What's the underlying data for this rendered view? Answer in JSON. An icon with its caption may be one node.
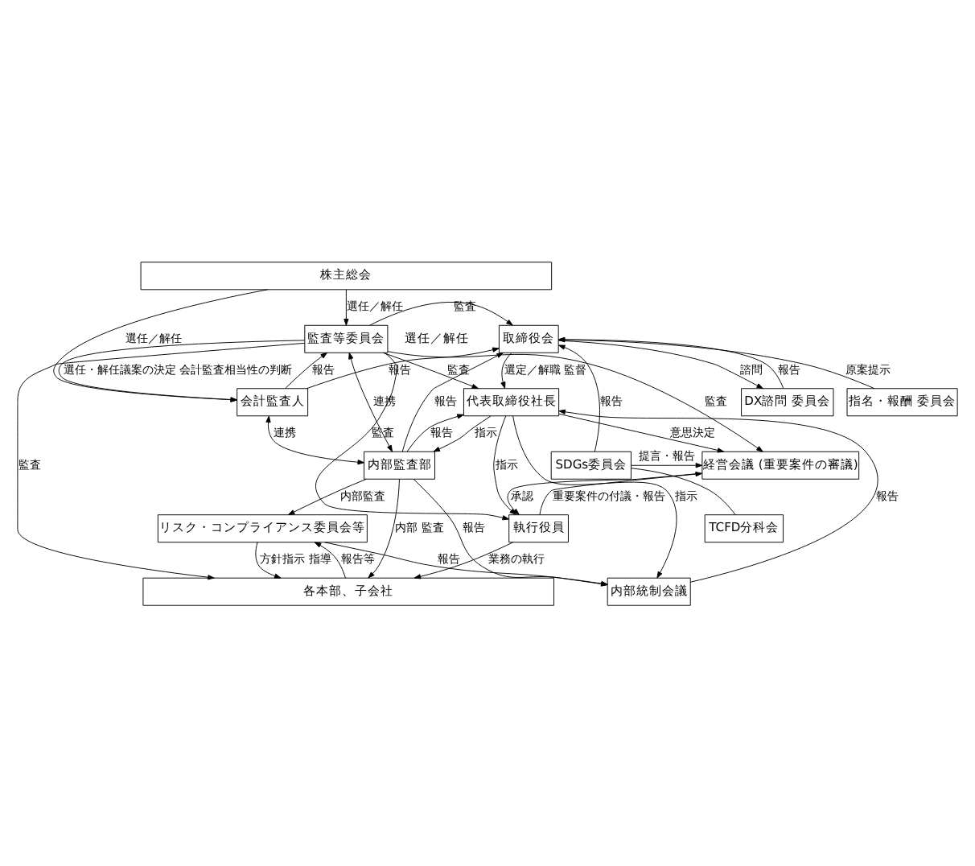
{
  "diagram": {
    "nodes": [
      {
        "text": [
          "株主総会"
        ]
      },
      {
        "text": [
          "取締役会"
        ]
      },
      {
        "text": [
          "監査等委員会"
        ]
      },
      {
        "text": [
          "会計監査人"
        ]
      },
      {
        "text": [
          "指名・報酬 委員会"
        ]
      },
      {
        "text": [
          "DX諮問 委員会"
        ]
      },
      {
        "text": [
          "代表取締役社長"
        ]
      },
      {
        "text": [
          "内部統制会議"
        ]
      },
      {
        "text": [
          "経営会議 (重要案件の審議)"
        ]
      },
      {
        "text": [
          "内部監査部"
        ]
      },
      {
        "text": [
          "SDGs委員会"
        ]
      },
      {
        "text": [
          "TCFD分科会"
        ]
      },
      {
        "text": [
          "執行役員"
        ]
      },
      {
        "text": [
          "リスク・コンプライアンス委員会等"
        ]
      },
      {
        "text": [
          "各本部、子会社"
        ]
      }
    ],
    "edges": [
      {
        "from": 0,
        "to": 2,
        "arrow": "to",
        "label": "選任／解任"
      },
      {
        "from": 0,
        "to": 3,
        "arrow": "to",
        "label": "選任／解任"
      },
      {
        "from": 3,
        "to": 1,
        "arrow": "to",
        "label": "報告"
      },
      {
        "from": 3,
        "to": 2,
        "arrow": "to",
        "label": "報告"
      },
      {
        "from": 2,
        "to": 3,
        "arrow": "to",
        "label": "選任・解任議案の決定 会計監査相当性の判断"
      },
      {
        "from": 2,
        "to": 1,
        "arrow": "to",
        "label": "監査"
      },
      {
        "from": 4,
        "to": 1,
        "arrow": "to",
        "label": "原案提示"
      },
      {
        "from": 1,
        "to": 5,
        "arrow": "to",
        "label": "諮問"
      },
      {
        "from": 5,
        "to": 1,
        "arrow": "to",
        "label": "報告"
      },
      {
        "from": 1,
        "to": 6,
        "arrow": "to",
        "label": "選定／解職 監督"
      },
      {
        "from": 2,
        "to": 6,
        "arrow": "to",
        "label": "監査"
      },
      {
        "from": 9,
        "to": 1,
        "arrow": "to",
        "label": "報告"
      },
      {
        "from": 2,
        "to": 9,
        "arrow": "both",
        "label": "連携"
      },
      {
        "from": 3,
        "to": 9,
        "arrow": "both",
        "label": "連携"
      },
      {
        "from": 10,
        "to": 1,
        "arrow": "to",
        "label": "報告"
      },
      {
        "from": 6,
        "to": 7,
        "arrow": "to",
        "label": "指示"
      },
      {
        "from": 7,
        "to": 6,
        "arrow": "to",
        "label": "報告"
      },
      {
        "from": 6,
        "to": 12,
        "arrow": "to",
        "label": "指示"
      },
      {
        "from": 6,
        "to": 8,
        "arrow": "to",
        "label": "意思決定"
      },
      {
        "from": 6,
        "to": 9,
        "arrow": "to",
        "label": "指示"
      },
      {
        "from": 9,
        "to": 6,
        "arrow": "to",
        "label": "報告"
      },
      {
        "from": 9,
        "to": 7,
        "arrow": "to",
        "label": "報告"
      },
      {
        "from": 10,
        "to": 8,
        "arrow": "to",
        "label": "提言・報告"
      },
      {
        "from": 2,
        "to": 8,
        "arrow": "to",
        "label": "監査"
      },
      {
        "from": 10,
        "to": 11,
        "arrow": "none"
      },
      {
        "from": 8,
        "to": 12,
        "arrow": "to",
        "label": "承認"
      },
      {
        "from": 12,
        "to": 8,
        "arrow": "to",
        "label": "重要案件の付議・報告"
      },
      {
        "from": 2,
        "to": 12,
        "arrow": "to",
        "label": "監査"
      },
      {
        "from": 9,
        "to": 13,
        "arrow": "to",
        "label": "内部監査"
      },
      {
        "from": 13,
        "to": 7,
        "arrow": "to",
        "label": "報告"
      },
      {
        "from": 12,
        "to": 14,
        "arrow": "to",
        "label": "業務の執行"
      },
      {
        "from": 2,
        "to": 14,
        "arrow": "to",
        "label": "監査"
      },
      {
        "from": 9,
        "to": 14,
        "arrow": "to",
        "label": "内部 監査"
      },
      {
        "from": 13,
        "to": 14,
        "arrow": "to",
        "label": "方針指示 指導"
      },
      {
        "from": 14,
        "to": 13,
        "arrow": "to",
        "label": "報告等"
      }
    ],
    "labels": [
      "選任／解任"
    ]
  }
}
